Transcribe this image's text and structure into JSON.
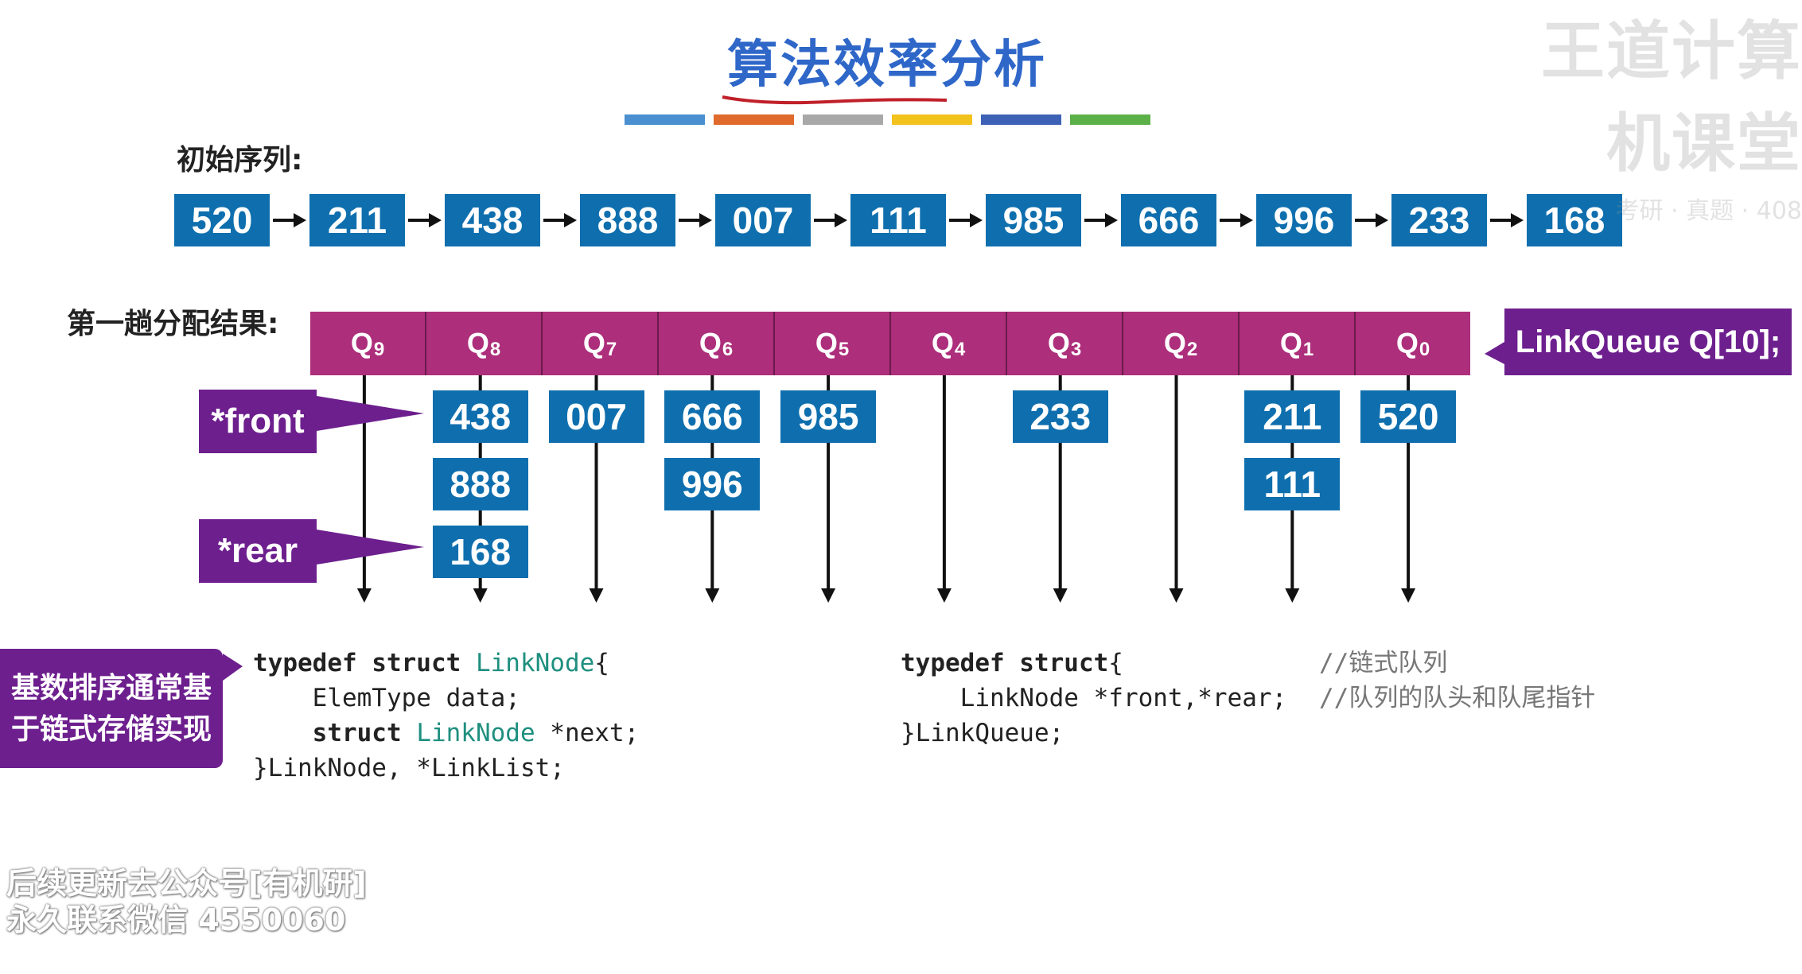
{
  "title": "算法效率分析",
  "color_strip": [
    "#4a8fd0",
    "#e06a2b",
    "#a8a8a8",
    "#f2c21d",
    "#3d62b5",
    "#5cb048"
  ],
  "initial_label": "初始序列:",
  "initial_sequence": [
    "520",
    "211",
    "438",
    "888",
    "007",
    "111",
    "985",
    "666",
    "996",
    "233",
    "168"
  ],
  "distribution_label": "第一趟分配结果:",
  "queues": [
    {
      "q": "Q",
      "sub": "9",
      "items": []
    },
    {
      "q": "Q",
      "sub": "8",
      "items": [
        "438",
        "888",
        "168"
      ]
    },
    {
      "q": "Q",
      "sub": "7",
      "items": [
        "007"
      ]
    },
    {
      "q": "Q",
      "sub": "6",
      "items": [
        "666",
        "996"
      ]
    },
    {
      "q": "Q",
      "sub": "5",
      "items": [
        "985"
      ]
    },
    {
      "q": "Q",
      "sub": "4",
      "items": []
    },
    {
      "q": "Q",
      "sub": "3",
      "items": [
        "233"
      ]
    },
    {
      "q": "Q",
      "sub": "2",
      "items": []
    },
    {
      "q": "Q",
      "sub": "1",
      "items": [
        "211",
        "111"
      ]
    },
    {
      "q": "Q",
      "sub": "0",
      "items": [
        "520"
      ]
    }
  ],
  "linkqueue_label": "LinkQueue Q[10];",
  "front_label": "*front",
  "rear_label": "*rear",
  "note_line1": "基数排序通常基",
  "note_line2": "于链式存储实现",
  "code_left": {
    "l1_kw": "typedef struct",
    "l1_ty": "LinkNode",
    "l1_end": "{",
    "l2": "    ElemType data;",
    "l3_kw": "    struct",
    "l3_ty": "LinkNode",
    "l3_end": "*next;",
    "l4": "}LinkNode, *LinkList;"
  },
  "code_right": {
    "l1_kw": "typedef struct",
    "l1_end": "{",
    "l1_comment": "//链式队列",
    "l2": "    LinkNode *front,*rear;",
    "l2_comment": "//队列的队头和队尾指针",
    "l3": "}LinkQueue;"
  },
  "watermark_tr_big": "王道计算机课堂",
  "watermark_tr_small": "考研 · 真题 · 408",
  "watermark_bl_line1": "后续更新去公众号[有机研]",
  "watermark_bl_line2": "永久联系微信 4550060"
}
